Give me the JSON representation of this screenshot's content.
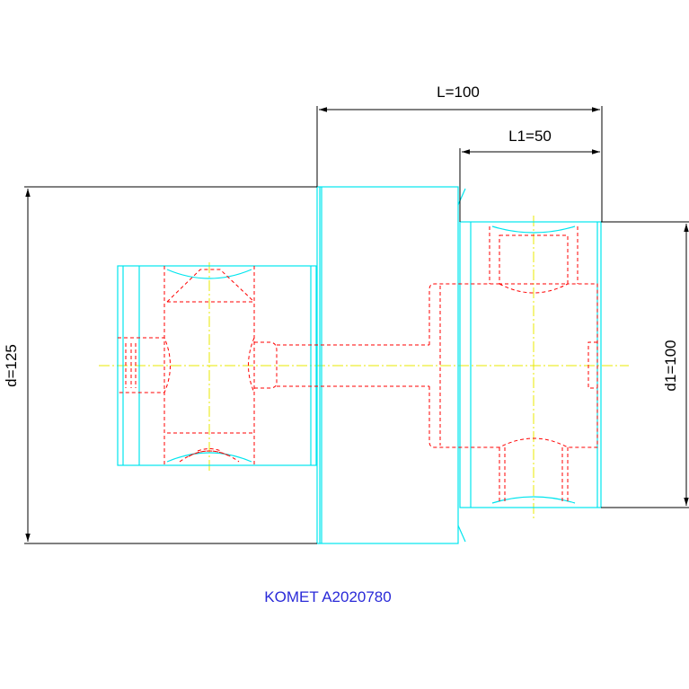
{
  "dimensions": {
    "overall_length": "L=100",
    "shank_length": "L1=50",
    "body_diameter": "d=125",
    "shank_diameter": "d1=100"
  },
  "caption": "KOMET A2020780",
  "colors": {
    "outline": "#00e5ee",
    "hidden_lines": "#ff0000",
    "center_lines": "#e8e800",
    "dimension_lines": "#000000",
    "caption": "#2a2ad8"
  }
}
